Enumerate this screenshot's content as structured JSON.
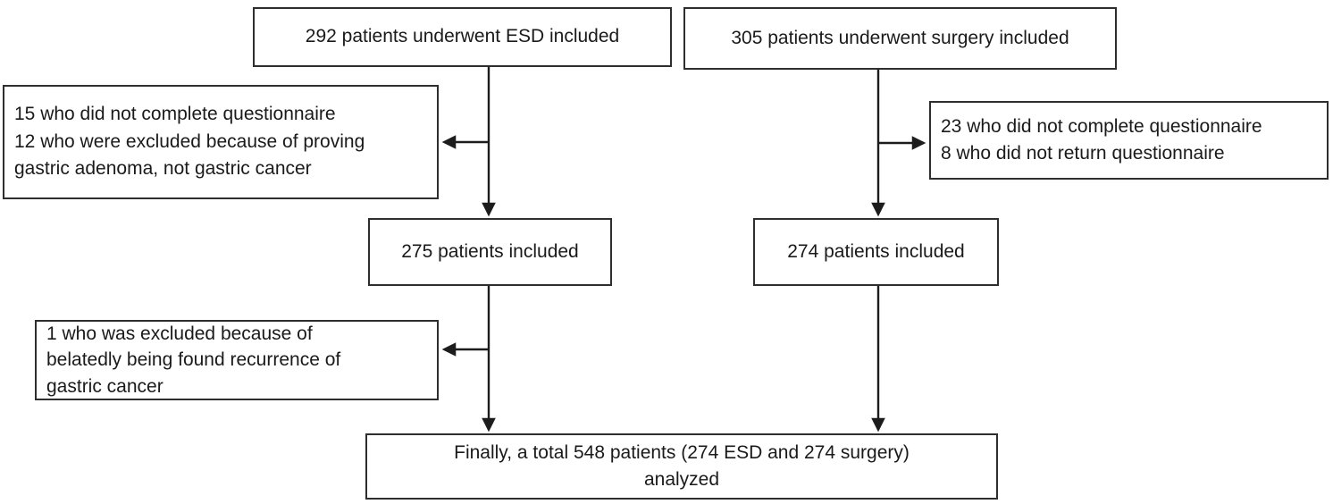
{
  "figure": {
    "type": "patient-flow-diagram",
    "background_color": "#ffffff",
    "box_border_color": "#2e2e2e",
    "arrow_color": "#1c1c1c",
    "text_color": "#1a1a1a"
  },
  "nodes": {
    "esd_enrolled": {
      "text": "292 patients underwent ESD included"
    },
    "surgery_enrolled": {
      "text": "305 patients underwent surgery included"
    },
    "esd_exclusions_first": {
      "text": "15 who did not complete questionnaire\n12 who were excluded because of proving\ngastric adenoma, not gastric cancer"
    },
    "surgery_exclusions": {
      "text": "23 who did not complete questionnaire\n8 who did not return questionnaire"
    },
    "esd_included": {
      "text": "275 patients included"
    },
    "surgery_included": {
      "text": "274 patients included"
    },
    "esd_exclusions_second": {
      "text": "1 who was excluded because of\nbelatedly being found recurrence of\ngastric cancer"
    },
    "final_analyzed": {
      "text": "Finally, a total 548 patients (274 ESD and 274 surgery)\nanalyzed"
    }
  }
}
